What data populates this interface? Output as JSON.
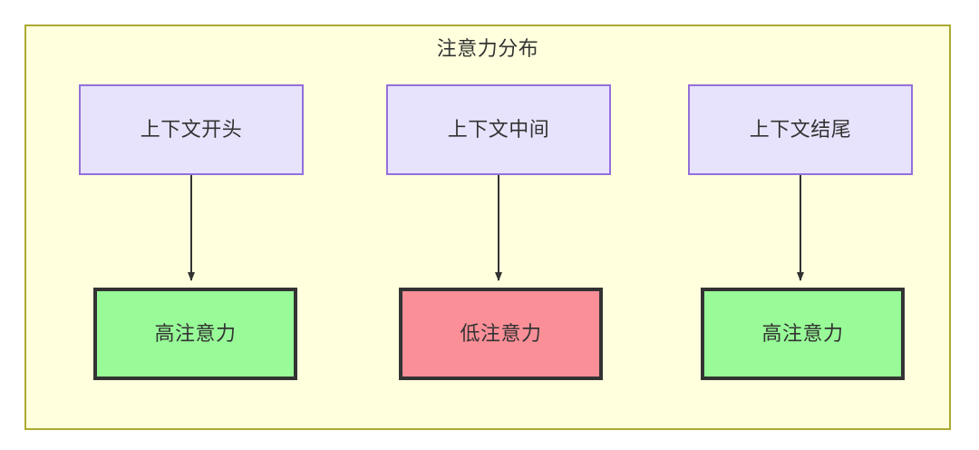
{
  "diagram": {
    "title": "注意力分布",
    "colors": {
      "container_fill": "#ffffdd",
      "container_border": "#aaaa33",
      "context_fill": "#e8e3fd",
      "context_border": "#9370db",
      "high_attention_fill": "#98fb98",
      "low_attention_fill": "#fb8f98",
      "node_border": "#333333",
      "edge": "#333333",
      "text": "#333333"
    },
    "nodes": {
      "context": [
        {
          "id": "context-start",
          "label": "上下文开头"
        },
        {
          "id": "context-middle",
          "label": "上下文中间"
        },
        {
          "id": "context-end",
          "label": "上下文结尾"
        }
      ],
      "attention": [
        {
          "id": "attention-high-start",
          "label": "高注意力",
          "level": "high"
        },
        {
          "id": "attention-low-middle",
          "label": "低注意力",
          "level": "low"
        },
        {
          "id": "attention-high-end",
          "label": "高注意力",
          "level": "high"
        }
      ]
    },
    "edges": [
      {
        "id": "edge-1",
        "from": "context-start",
        "to": "attention-high-start",
        "arrow": "arrow-head-icon"
      },
      {
        "id": "edge-2",
        "from": "context-middle",
        "to": "attention-low-middle",
        "arrow": "arrow-head-icon"
      },
      {
        "id": "edge-3",
        "from": "context-end",
        "to": "attention-high-end",
        "arrow": "arrow-head-icon"
      }
    ]
  }
}
